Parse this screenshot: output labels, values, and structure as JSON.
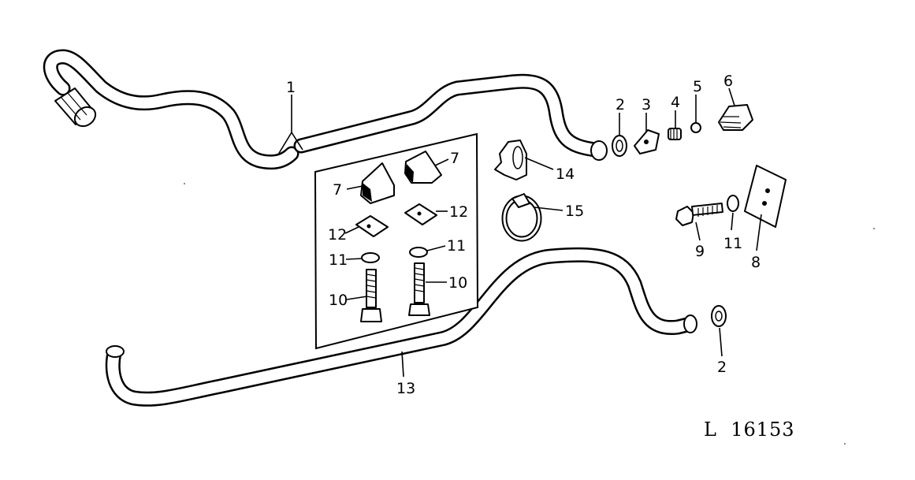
{
  "diagram": {
    "reference": "L  16153",
    "callouts": {
      "c1": "1",
      "c2a": "2",
      "c2b": "2",
      "c3": "3",
      "c4": "4",
      "c5": "5",
      "c6": "6",
      "c7a": "7",
      "c7b": "7",
      "c8": "8",
      "c9": "9",
      "c10a": "10",
      "c10b": "10",
      "c11a": "11",
      "c11b": "11",
      "c11c": "11",
      "c12a": "12",
      "c12b": "12",
      "c13": "13",
      "c14": "14",
      "c15": "15"
    }
  }
}
